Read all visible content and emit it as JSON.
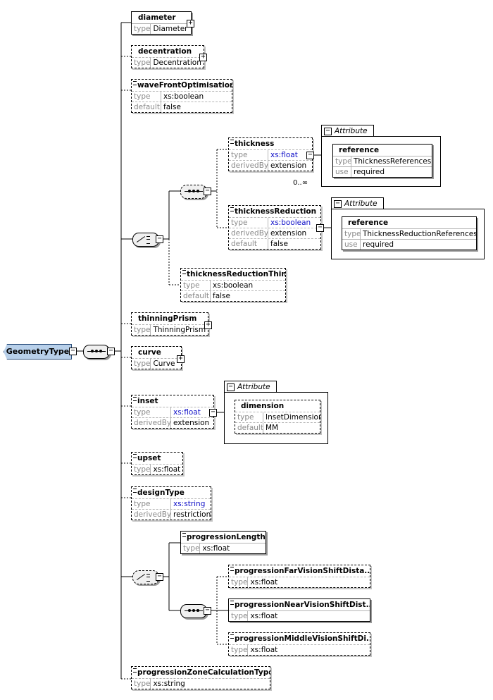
{
  "root": {
    "name": "GeometryType"
  },
  "labels": {
    "type": "type",
    "derivedBy": "derivedBy",
    "default": "default",
    "use": "use",
    "attribute": "Attribute"
  },
  "elements": {
    "diameter": {
      "name": "diameter",
      "type": "Diameter"
    },
    "decentration": {
      "name": "decentration",
      "type": "Decentration"
    },
    "waveFrontOptimisation": {
      "name": "waveFrontOptimisation",
      "type": "xs:boolean",
      "default": "false"
    },
    "thickness": {
      "name": "thickness",
      "type": "xs:float",
      "derivedBy": "extension",
      "occurrence": "0..∞"
    },
    "thicknessReduction": {
      "name": "thicknessReduction",
      "type": "xs:boolean",
      "derivedBy": "extension",
      "default": "false"
    },
    "thicknessReductionThin": {
      "name": "thicknessReductionThin",
      "type": "xs:boolean",
      "default": "false"
    },
    "thinningPrism": {
      "name": "thinningPrism",
      "type": "ThinningPrism"
    },
    "curve": {
      "name": "curve",
      "type": "Curve"
    },
    "inset": {
      "name": "inset",
      "type": "xs:float",
      "derivedBy": "extension"
    },
    "upset": {
      "name": "upset",
      "type": "xs:float"
    },
    "designType": {
      "name": "designType",
      "type": "xs:string",
      "derivedBy": "restriction"
    },
    "progressionLength": {
      "name": "progressionLength",
      "type": "xs:float"
    },
    "progressionFar": {
      "name": "progressionFarVisionShiftDista...",
      "type": "xs:float"
    },
    "progressionNear": {
      "name": "progressionNearVisionShiftDist...",
      "type": "xs:float"
    },
    "progressionMiddle": {
      "name": "progressionMiddleVisionShiftDi...",
      "type": "xs:float"
    },
    "progressionZoneCalculationType": {
      "name": "progressionZoneCalculationType",
      "type": "xs:string"
    }
  },
  "attributes": {
    "thickness_ref": {
      "name": "reference",
      "type": "ThicknessReferences",
      "use": "required"
    },
    "thicknessReduction_ref": {
      "name": "reference",
      "type": "ThicknessReductionReferences",
      "use": "required"
    },
    "inset_dim": {
      "name": "dimension",
      "type": "InsetDimension",
      "default": "MM"
    }
  },
  "colors": {
    "root_fill": "#b8d0ea",
    "blue_type": "#1010c8",
    "label_gray": "#8a8a8a"
  }
}
